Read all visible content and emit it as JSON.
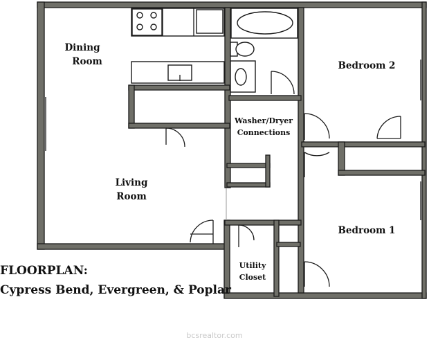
{
  "rooms": {
    "dining": [
      "Dining",
      "Room"
    ],
    "living": [
      "Living",
      "Room"
    ],
    "washer": [
      "Washer/Dryer",
      "Connections"
    ],
    "bedroom2": "Bedroom 2",
    "bedroom1": "Bedroom 1",
    "utility": [
      "Utility",
      "Closet"
    ]
  },
  "title": {
    "line1": "FLOORPLAN:",
    "line2": "Cypress Bend, Evergreen, & Poplar"
  },
  "watermark": "bcsrealtor.com",
  "colors": {
    "wall": "#6f6f68",
    "outline": "#1a1a1a"
  }
}
